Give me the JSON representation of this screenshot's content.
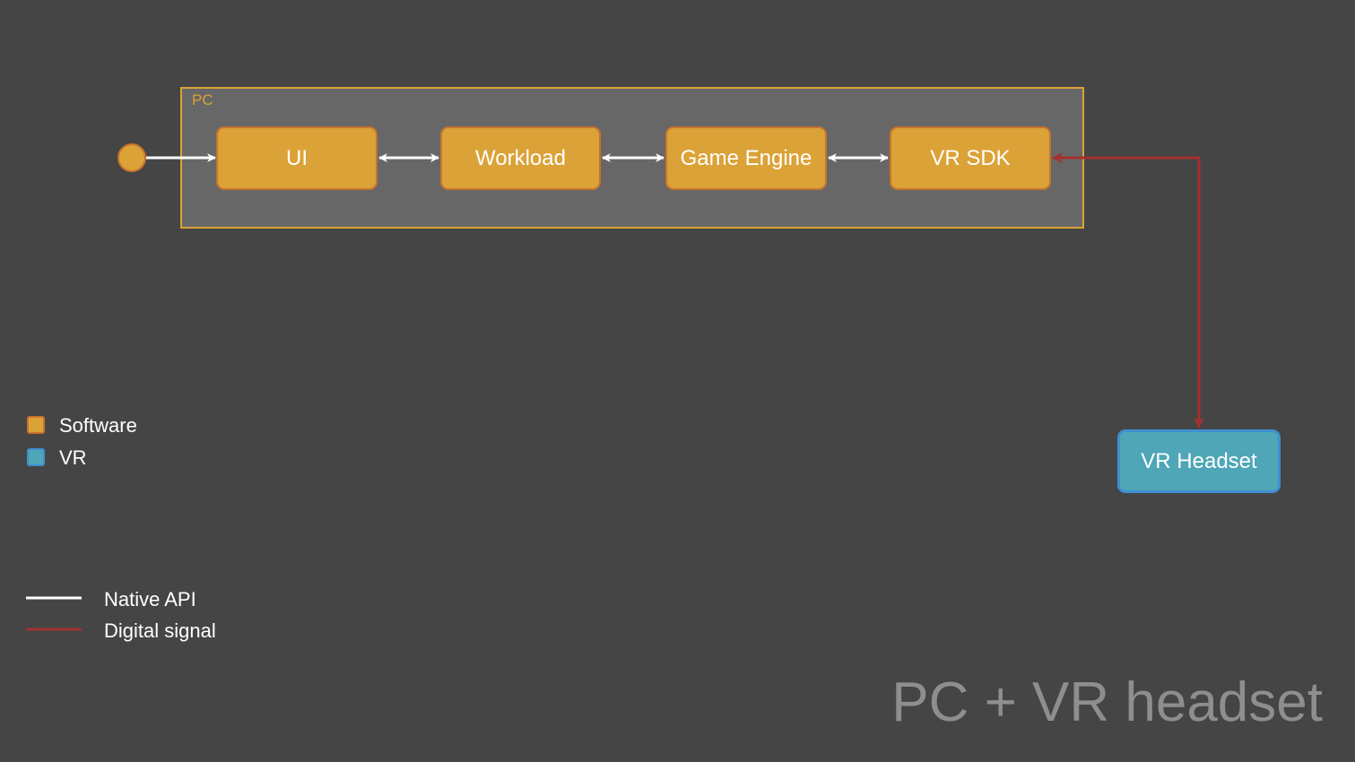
{
  "container": {
    "label": "PC"
  },
  "nodes": {
    "ui": "UI",
    "workload": "Workload",
    "game_engine": "Game Engine",
    "vr_sdk": "VR SDK",
    "vr_headset": "VR Headset"
  },
  "legend": {
    "node_types": [
      {
        "label": "Software",
        "color": "#dba237"
      },
      {
        "label": "VR",
        "color": "#4fa6b6"
      }
    ],
    "edge_types": [
      {
        "label": "Native API",
        "color": "#ffffff"
      },
      {
        "label": "Digital signal",
        "color": "#a3302f"
      }
    ]
  },
  "title": "PC + VR headset",
  "colors": {
    "background": "#454545",
    "container_fill": "#676767",
    "software": "#dba237",
    "software_border": "#c8732e",
    "vr": "#4fa6b6",
    "vr_border": "#3f8fd0",
    "native_api": "#ffffff",
    "digital_signal": "#a3302f",
    "title": "#8e8e8e"
  }
}
